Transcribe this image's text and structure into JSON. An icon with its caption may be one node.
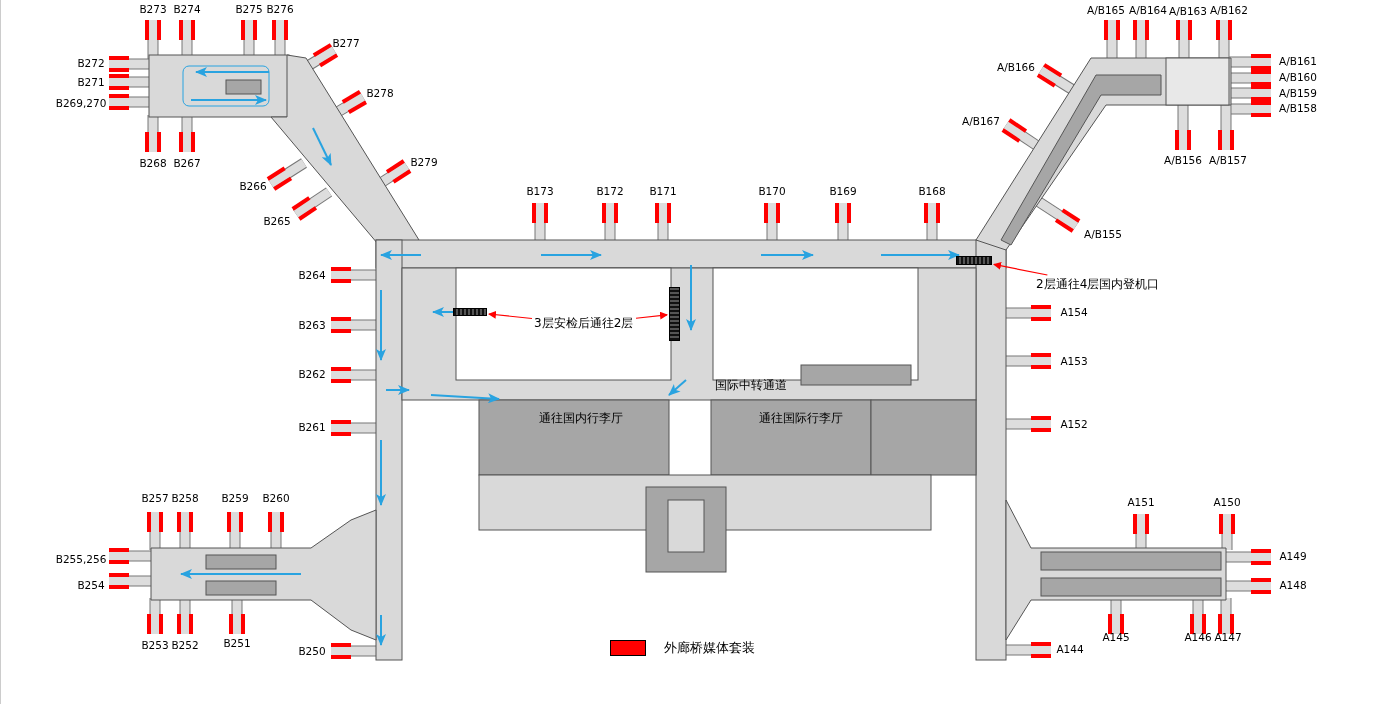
{
  "diagram": {
    "nodes": [
      {
        "text": [
          "3层安检后通往2层"
        ]
      },
      {
        "text": [],
        "shape": "bar"
      },
      {
        "text": [],
        "shape": "bar"
      },
      {
        "text": [
          "2层通往4层国内登机口"
        ]
      },
      {
        "text": [],
        "shape": "bar"
      }
    ],
    "edges": [
      {
        "from": 0,
        "to": 1,
        "arrow": "to"
      },
      {
        "from": 0,
        "to": 2,
        "arrow": "to"
      },
      {
        "from": 3,
        "to": 4,
        "arrow": "to"
      }
    ],
    "labels": [
      "B273",
      "B274",
      "B275",
      "B276",
      "A/B165",
      "A/B164",
      "A/B163",
      "A/B162",
      "B277",
      "B272",
      "A/B166",
      "A/B161",
      "B271",
      "A/B160",
      "B278",
      "A/B159",
      "B269,270",
      "A/B158",
      "A/B167",
      "B268",
      "B267",
      "B279",
      "A/B156",
      "A/B157",
      "B266",
      "B173",
      "B172",
      "B171",
      "B170",
      "B169",
      "B168",
      "B265",
      "A/B155",
      "B264",
      "A154",
      "B263",
      "A153",
      "B262",
      "国际中转通道",
      "B261",
      "通往国内行李厅",
      "通往国际行李厅",
      "A152",
      "B257",
      "B258",
      "B259",
      "B260",
      "A151",
      "A150",
      "B255,256",
      "A149",
      "B254",
      "A148",
      "B253",
      "B252",
      "B251",
      "B250",
      "A144",
      "A145",
      "A146",
      "A147"
    ],
    "legend": [
      {
        "text": "外廊桥媒体套装",
        "color": "#ff0000"
      }
    ]
  }
}
